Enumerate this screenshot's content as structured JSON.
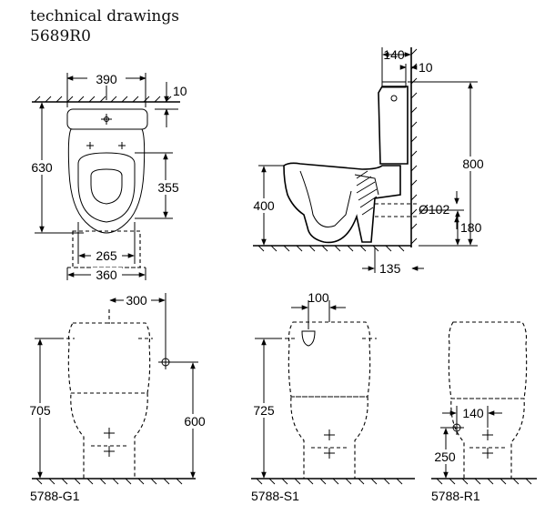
{
  "header": {
    "title": "technical drawings",
    "model": "5689R0"
  },
  "top_view": {
    "width_top": "390",
    "offset_top": "10",
    "depth": "630",
    "seat_dist": "355",
    "bowl_w": "265",
    "base_w": "360"
  },
  "side_view": {
    "tank_depth": "140",
    "tank_offset": "10",
    "height_total": "800",
    "seat_height": "400",
    "outlet_dia": "Ø102",
    "outlet_h": "180",
    "outlet_dist": "135"
  },
  "views": [
    {
      "label": "5788-G1",
      "dim_h": "300",
      "height_a": "705",
      "height_b": "600"
    },
    {
      "label": "5788-S1",
      "dim_h": "100",
      "height_a": "725"
    },
    {
      "label": "5788-R1",
      "dim_h": "140",
      "height_b": "250"
    }
  ]
}
